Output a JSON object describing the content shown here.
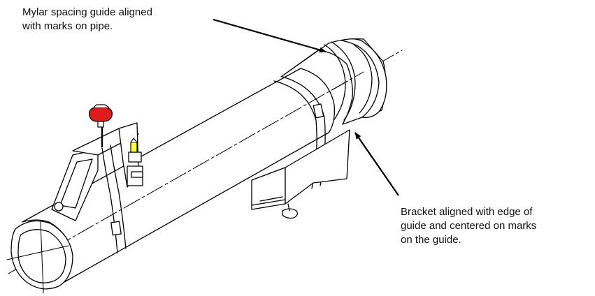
{
  "callouts": {
    "top": {
      "line1": "Mylar spacing guide aligned",
      "line2": "with marks on pipe."
    },
    "right": {
      "line1": "Bracket aligned with edge of",
      "line2": "guide and centered on marks",
      "line3": "on the guide."
    }
  },
  "colors": {
    "stroke": "#000000",
    "knob_red": "#e01b1b",
    "indicator_yellow": "#ffff33",
    "background": "#ffffff"
  }
}
